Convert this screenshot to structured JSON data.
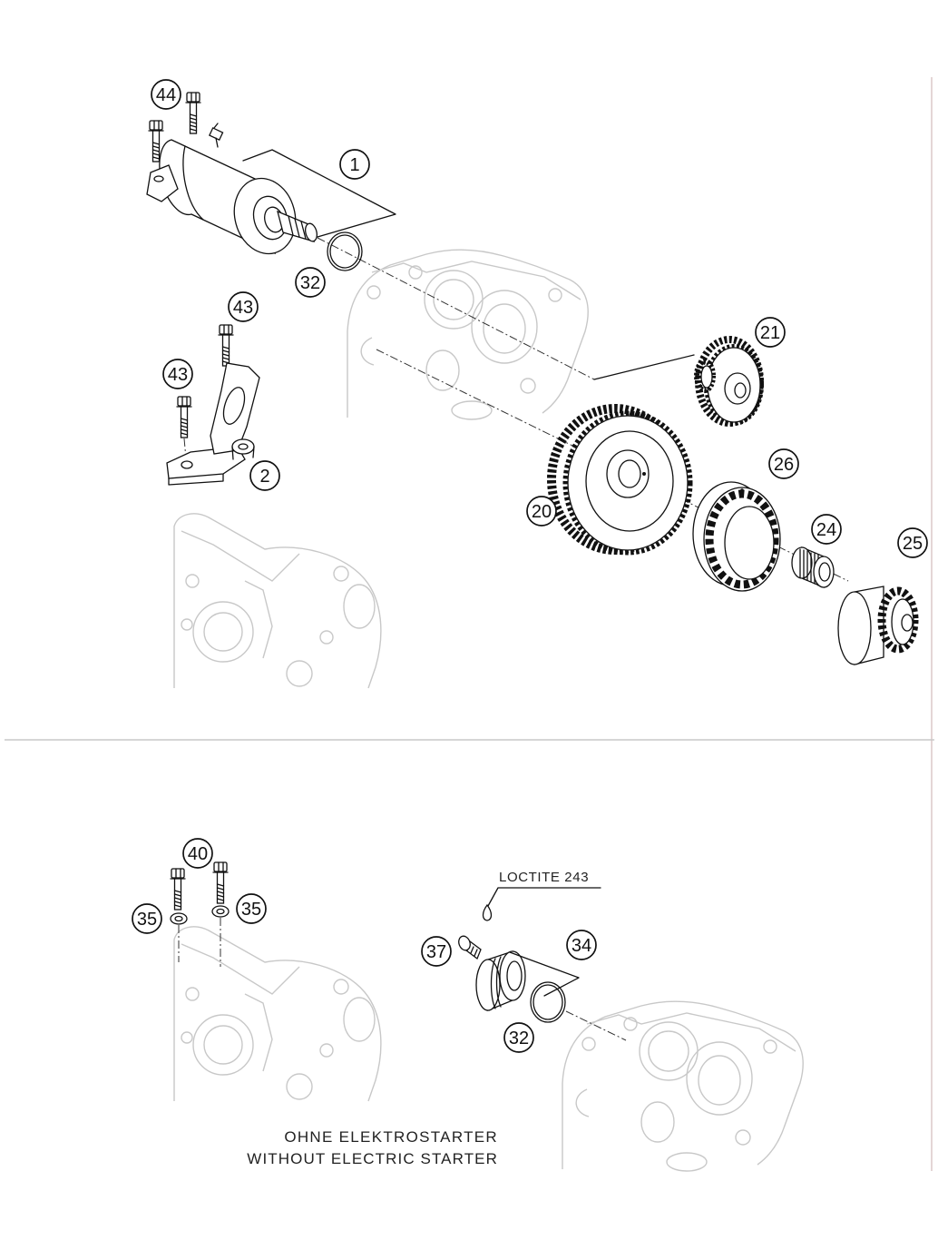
{
  "top_callouts": [
    "44",
    "1",
    "32",
    "43",
    "43",
    "2",
    "21",
    "26",
    "20",
    "24",
    "25"
  ],
  "bottom_callouts": [
    "40",
    "35",
    "35",
    "37",
    "34",
    "32"
  ],
  "note": "LOCTITE 243",
  "caption": {
    "line1": "OHNE ELEKTROSTARTER",
    "line2": "WITHOUT ELECTRIC STARTER"
  },
  "colors": {
    "line": "#111111",
    "faint": "#c8c8c8",
    "divider": "#c8c8c8"
  }
}
